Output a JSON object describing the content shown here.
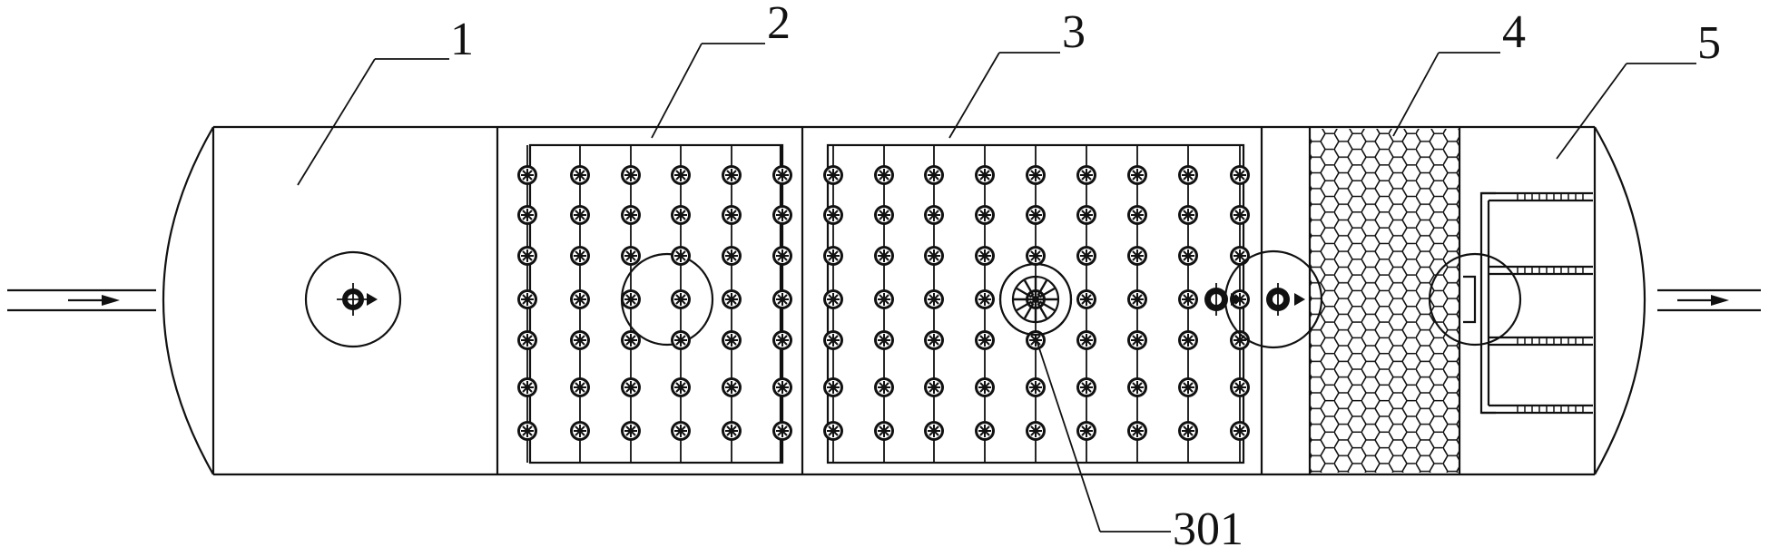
{
  "labels": {
    "l1": "1",
    "l2": "2",
    "l3": "3",
    "l4": "4",
    "l5": "5",
    "l301": "301"
  },
  "colors": {
    "stroke": "#111111",
    "background": "#ffffff"
  }
}
